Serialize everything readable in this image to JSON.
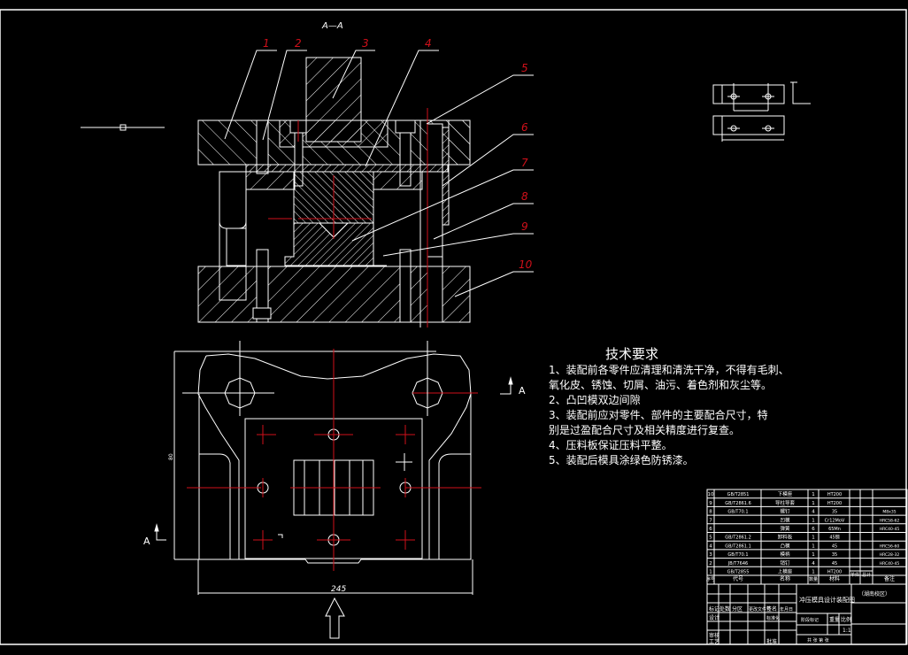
{
  "section_label": "A—A",
  "view_marker": "A",
  "dimensions": {
    "width": "245",
    "height": "80"
  },
  "callouts": [
    "1",
    "2",
    "3",
    "4",
    "5",
    "6",
    "7",
    "8",
    "9",
    "10"
  ],
  "tech_requirements": {
    "title": "技术要求",
    "lines": [
      "1、装配前各零件应清理和清洗干净，不得有毛刺、",
      "氧化皮、锈蚀、切屑、油污、着色剂和灰尘等。",
      "2、凸凹模双边间隙",
      "3、装配前应对零件、部件的主要配合尺寸，特",
      "别是过盈配合尺寸及相关精度进行复查。",
      "4、压料板保证压料平整。",
      "5、装配后模具涂绿色防锈漆。"
    ]
  },
  "bom": {
    "headers": [
      "序号",
      "代号",
      "名称",
      "数量",
      "材料",
      "单件",
      "总计",
      "备注"
    ],
    "rows": [
      {
        "no": "10",
        "code": "GB/T2851",
        "name": "下模座",
        "qty": "1",
        "material": "HT200",
        "note": ""
      },
      {
        "no": "9",
        "code": "GB/T2861.6",
        "name": "导柱导套",
        "qty": "1",
        "material": "HT200",
        "note": ""
      },
      {
        "no": "8",
        "code": "GB/T70.1",
        "name": "螺钉",
        "qty": "4",
        "material": "35",
        "note": "M8x35"
      },
      {
        "no": "7",
        "code": "",
        "name": "凹模",
        "qty": "1",
        "material": "Cr12MoV",
        "note": "HRC58-62"
      },
      {
        "no": "6",
        "code": "",
        "name": "弹簧",
        "qty": "6",
        "material": "65Mn",
        "note": "HRC40-45"
      },
      {
        "no": "5",
        "code": "GB/T2861.2",
        "name": "卸料板",
        "qty": "1",
        "material": "45钢",
        "note": ""
      },
      {
        "no": "4",
        "code": "GB/T2861.1",
        "name": "凸模",
        "qty": "1",
        "material": "45",
        "note": "HRC56-60"
      },
      {
        "no": "3",
        "code": "GB/T70.1",
        "name": "模柄",
        "qty": "1",
        "material": "35",
        "note": "HRC28-32"
      },
      {
        "no": "2",
        "code": "JB/T7646",
        "name": "销钉",
        "qty": "4",
        "material": "45",
        "note": "HRC40-45"
      },
      {
        "no": "1",
        "code": "GB/T2855",
        "name": "上模座",
        "qty": "1",
        "material": "HT200",
        "note": ""
      }
    ]
  },
  "title_block": {
    "drawing_title": "冲压模具设计装配图",
    "school": "（湖南校区）",
    "labels": [
      "标记",
      "处数",
      "分区",
      "更改文件号",
      "签名",
      "年月日",
      "设计",
      "标准化",
      "审核",
      "工艺",
      "批准",
      "阶段标记",
      "重量",
      "比例",
      "共 张 第 张"
    ],
    "scale": "1:1"
  },
  "colors": {
    "background": "#000000",
    "line": "#ffffff",
    "centerline": "#d0101a",
    "callout": "#d0101a"
  }
}
